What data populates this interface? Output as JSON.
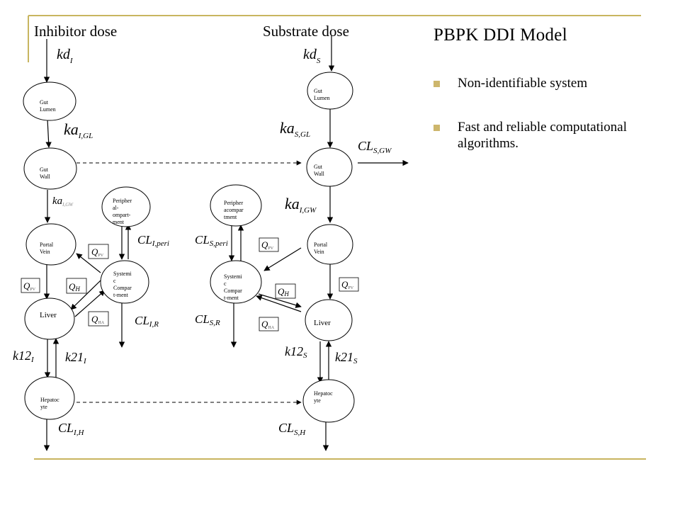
{
  "header": {
    "inhibitor_dose": "Inhibitor dose",
    "substrate_dose": "Substrate dose"
  },
  "title": "PBPK DDI Model",
  "bullets": [
    "Non-identifiable system",
    "Fast and reliable computational algorithms."
  ],
  "colors": {
    "frame_line": "#c8b560",
    "bullet": "#cdb66c",
    "stroke": "#000000"
  },
  "nodes": {
    "inh_gut_lumen": [
      "Gut",
      "Lumen"
    ],
    "inh_gut_wall": [
      "Gut",
      "Wall"
    ],
    "inh_portal_vein": [
      "Portal",
      "Vein"
    ],
    "inh_liver": "Liver",
    "inh_hepatocyte": [
      "Hepatoc",
      "yte"
    ],
    "inh_peripheral": [
      "Peripher",
      "al-",
      "ompart-",
      "ment"
    ],
    "inh_systemic": [
      "Systemi",
      "c",
      "Compar",
      "t-ment"
    ],
    "sub_gut_lumen": [
      "Gut",
      "Lumen"
    ],
    "sub_gut_wall": [
      "Gut",
      "Wall"
    ],
    "sub_portal_vein": [
      "Portal",
      "Vein"
    ],
    "sub_liver": "Liver",
    "sub_hepatocyte": [
      "Hepatoc",
      "yte"
    ],
    "sub_peripheral": [
      "Peripher",
      "acompar",
      "tment"
    ],
    "sub_systemic": [
      "Systemi",
      "c",
      "Compar",
      "t-ment"
    ]
  },
  "params": {
    "kd_I": {
      "main": "kd",
      "sub": "I"
    },
    "ka_IGL": {
      "main": "ka",
      "sub": "I,GL"
    },
    "ka_IGW": {
      "main": "ka",
      "sub": "I,GW"
    },
    "CL_Iperi": {
      "main": "CL",
      "sub": "I,peri"
    },
    "CL_IR": {
      "main": "CL",
      "sub": "I,R"
    },
    "k12_I": {
      "main": "k12",
      "sub": "I"
    },
    "k21_I": {
      "main": "k21",
      "sub": "I"
    },
    "CL_IH": {
      "main": "CL",
      "sub": "I,H"
    },
    "kd_S": {
      "main": "kd",
      "sub": "S"
    },
    "ka_SGL": {
      "main": "ka",
      "sub": "S,GL"
    },
    "CL_SGW": {
      "main": "CL",
      "sub": "S,GW"
    },
    "ka_IGW_sub": {
      "main": "ka",
      "sub": "I,GW"
    },
    "CL_Speri": {
      "main": "CL",
      "sub": "S,peri"
    },
    "CL_SR": {
      "main": "CL",
      "sub": "S,R"
    },
    "k12_S": {
      "main": "k12",
      "sub": "S"
    },
    "k21_S": {
      "main": "k21",
      "sub": "S"
    },
    "CL_SH": {
      "main": "CL",
      "sub": "S,H"
    }
  },
  "flows": {
    "Q_PV": {
      "main": "Q",
      "sub": "PV"
    },
    "Q_H": {
      "main": "Q",
      "sub": "H"
    },
    "Q_HA": {
      "main": "Q",
      "sub": "HA"
    }
  }
}
